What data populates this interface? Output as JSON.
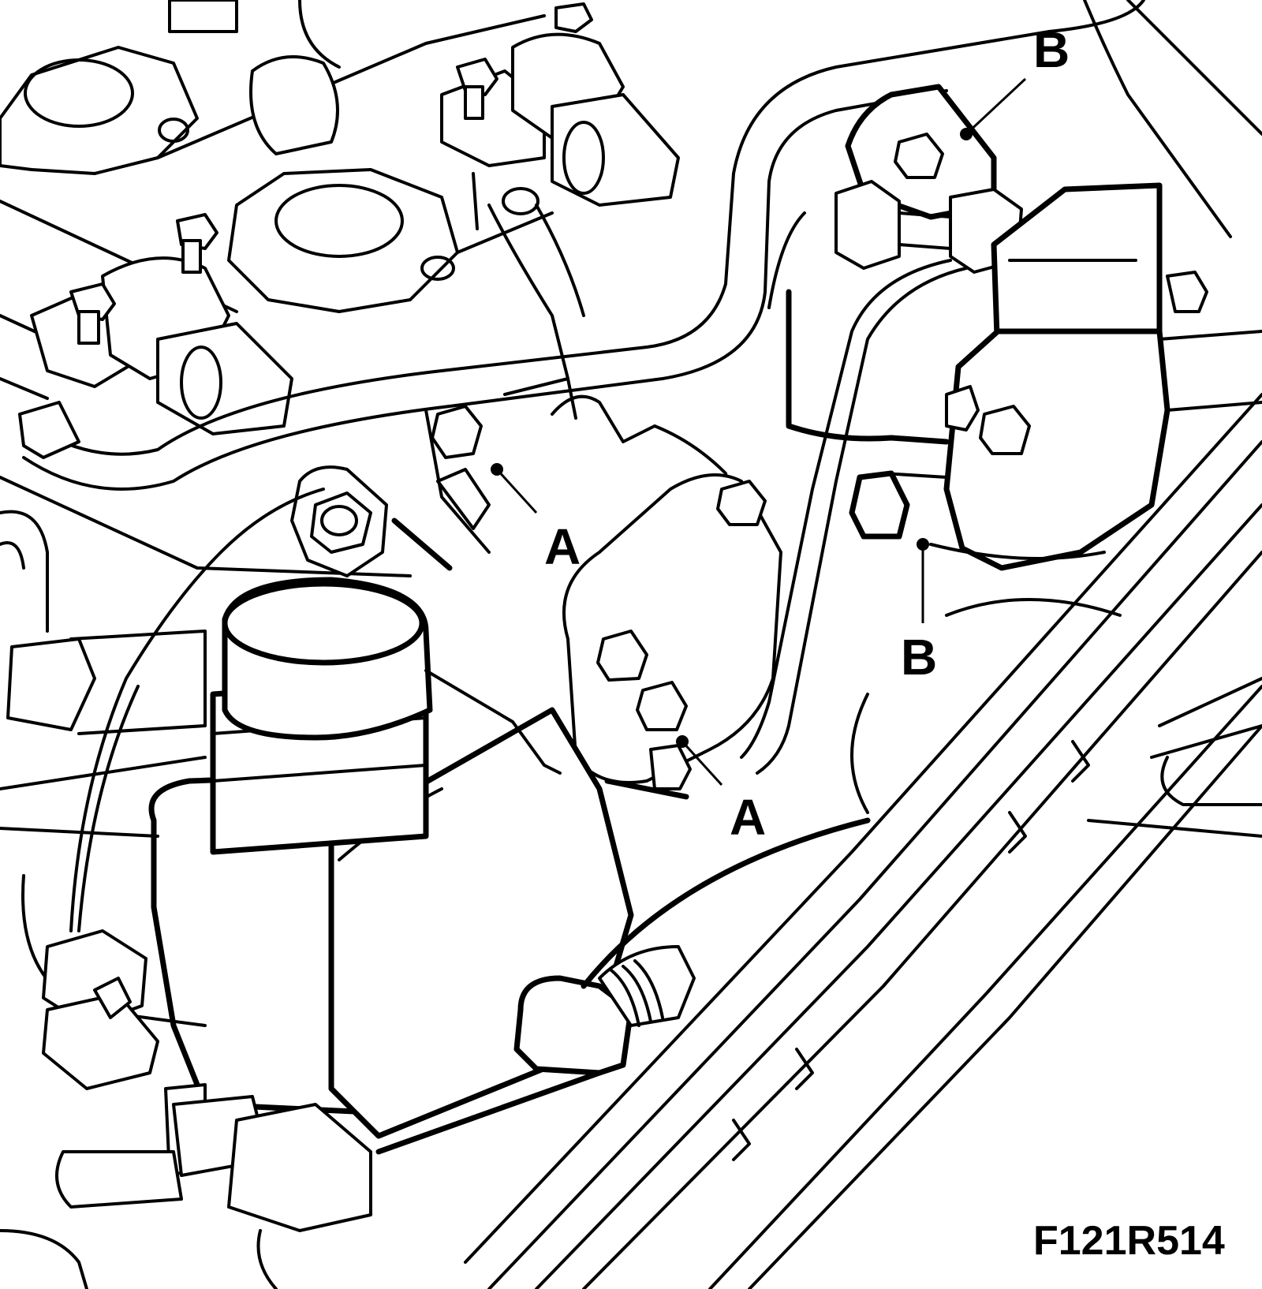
{
  "callouts": {
    "a_upper": "A",
    "a_lower": "A",
    "b_upper": "B",
    "b_lower": "B"
  },
  "figure_code": "F121R514"
}
